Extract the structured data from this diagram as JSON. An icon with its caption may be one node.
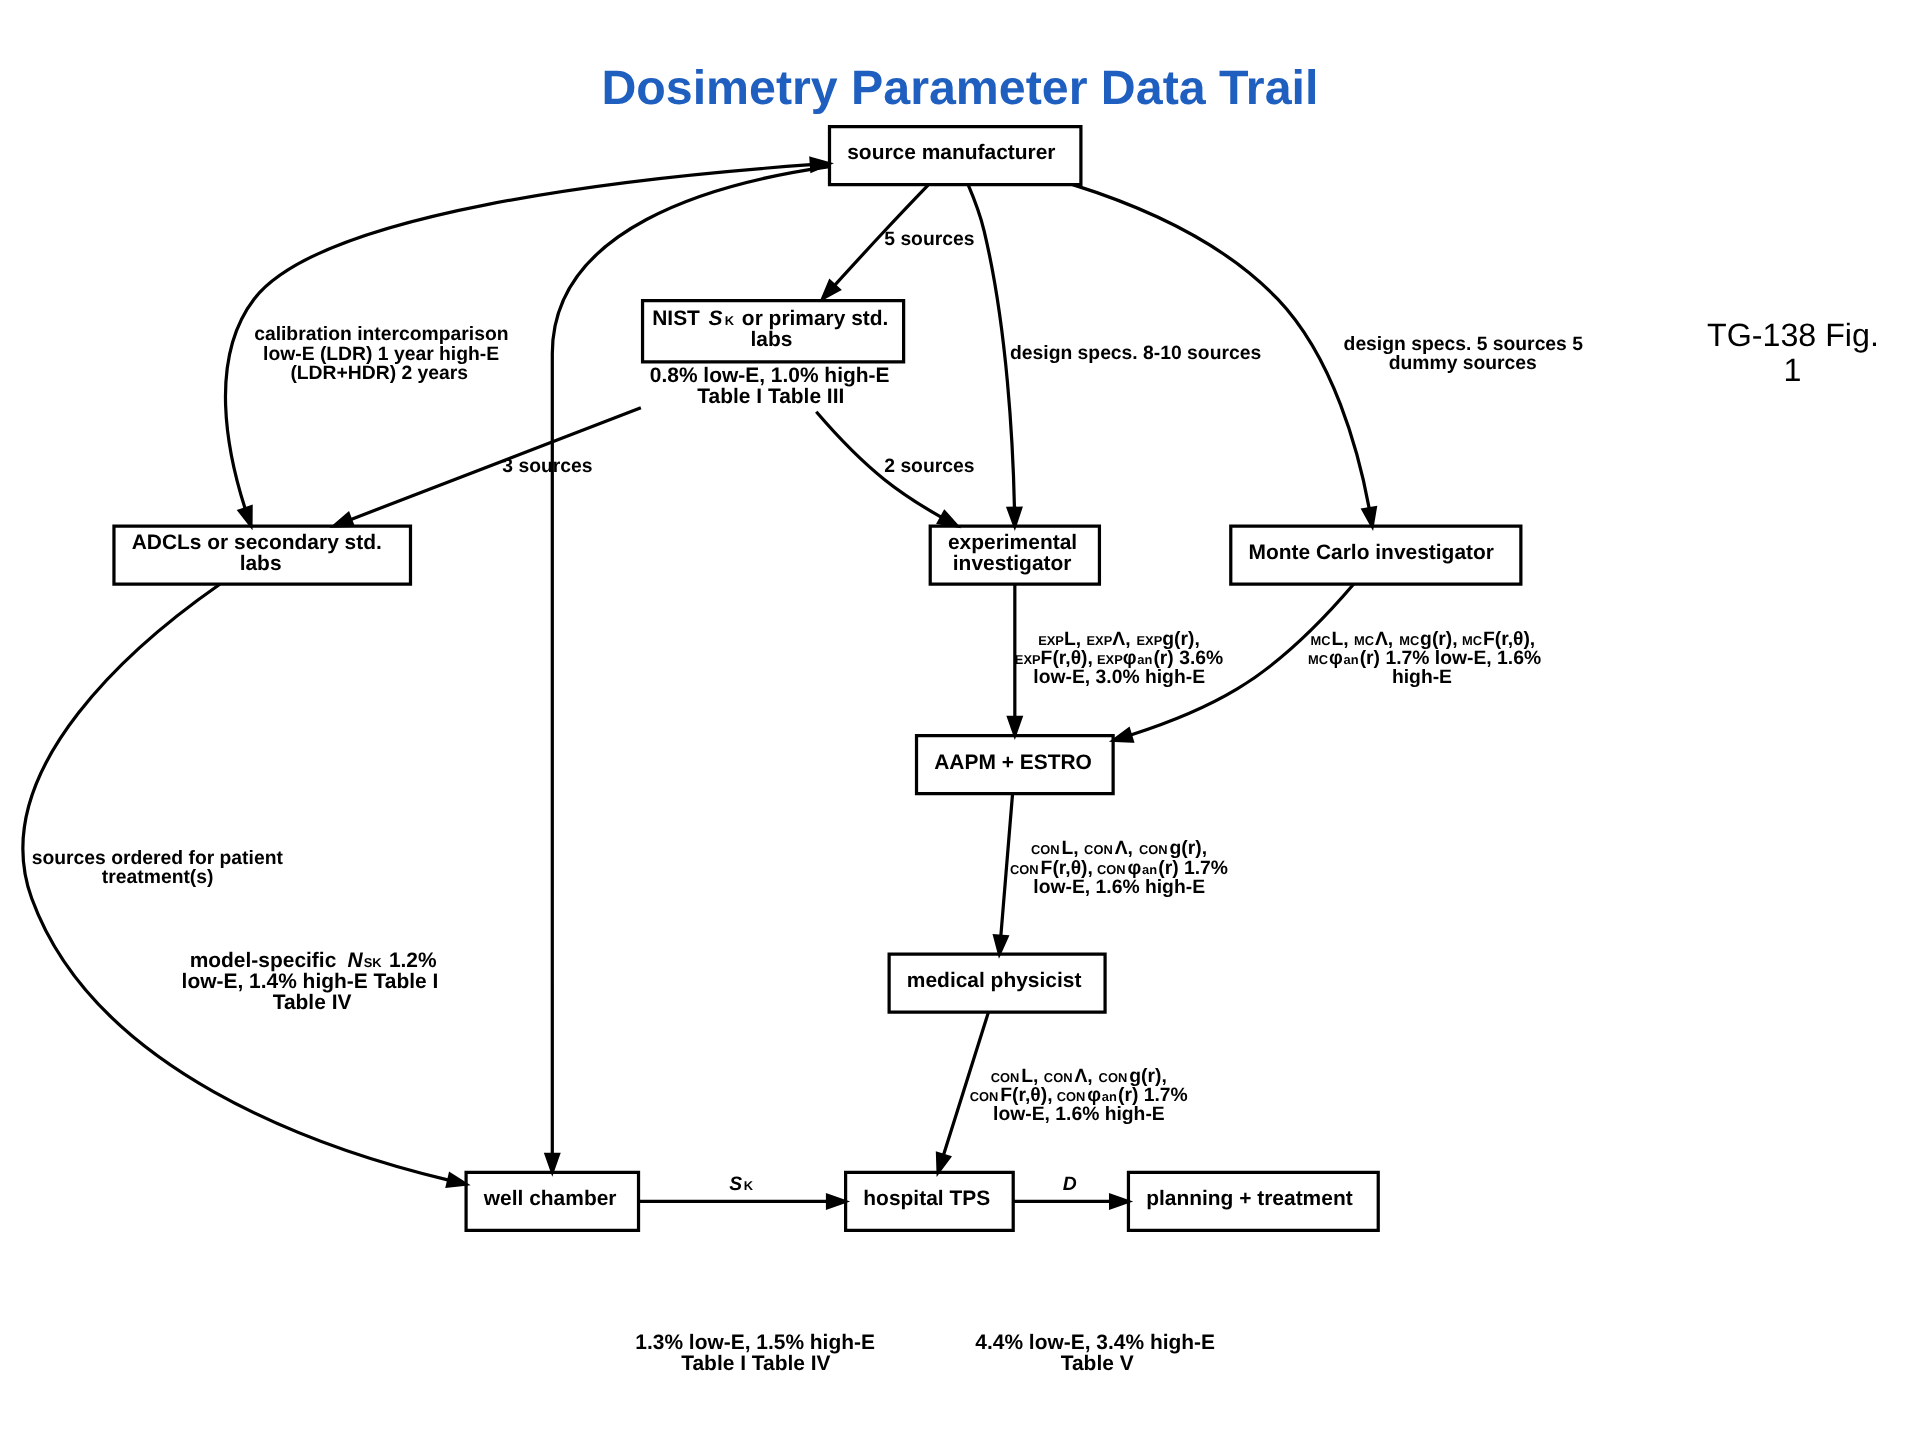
{
  "diagram": {
    "title": "Dosimetry Parameter Data Trail",
    "nodes": [
      {
        "text": [
          "source manufacturer"
        ]
      },
      {
        "text": [
          "NIST *S*$_{K}$ or primary std. labs"
        ],
        "beside": [
          "0.8% low-E, 1.0% high-E Table I Table III"
        ]
      },
      {
        "text": [
          "ADCLs or secondary std. labs"
        ]
      },
      {
        "text": [
          "experimental investigator"
        ]
      },
      {
        "text": [
          "Monte Carlo investigator"
        ]
      },
      {
        "text": [
          "AAPM + ESTRO"
        ]
      },
      {
        "text": [
          "medical physicist"
        ]
      },
      {
        "text": [
          "well chamber"
        ]
      },
      {
        "text": [
          "hospital TPS"
        ]
      },
      {
        "text": [
          "planning + treatment"
        ]
      }
    ],
    "edges": [
      {
        "from": 0,
        "to": 1,
        "arrow": "to",
        "label": "5 sources"
      },
      {
        "from": 2,
        "to": 0,
        "arrow": "both",
        "label": "calibration intercomparison low-E (LDR) 1 year high-E (LDR+HDR) 2 years"
      },
      {
        "from": 1,
        "to": 2,
        "arrow": "to",
        "label": "3 sources"
      },
      {
        "from": 1,
        "to": 3,
        "arrow": "to",
        "label": "2 sources"
      },
      {
        "from": 0,
        "to": 3,
        "arrow": "to",
        "label": "design specs. 8-10 sources"
      },
      {
        "from": 0,
        "to": 4,
        "arrow": "to",
        "label": "design specs. 5 sources 5 dummy sources"
      },
      {
        "from": 3,
        "to": 5,
        "arrow": "to",
        "label": "$_{EXP}$L, $_{EXP}$Λ, $_{EXP}$g(r), $_{EXP}$F(r,θ), $_{EXP}$φ$_{an}$(r) 3.6% low-E, 3.0% high-E"
      },
      {
        "from": 4,
        "to": 5,
        "arrow": "to",
        "label": "$_{MC}$L, $_{MC}$Λ, $_{MC}$g(r), $_{MC}$F(r,θ), $_{MC}$φ$_{an}$(r) 1.7% low-E, 1.6% high-E"
      },
      {
        "from": 5,
        "to": 6,
        "arrow": "to",
        "label": "$_{CON}$L, $_{CON}$Λ, $_{CON}$g(r), $_{CON}$F(r,θ), $_{CON}$φ$_{an}$(r) 1.7% low-E, 1.6% high-E"
      },
      {
        "from": 6,
        "to": 8,
        "arrow": "to",
        "label": "$_{CON}$L, $_{CON}$Λ, $_{CON}$g(r), $_{CON}$F(r,θ), $_{CON}$φ$_{an}$(r) 1.7% low-E, 1.6% high-E"
      },
      {
        "from": 2,
        "to": 7,
        "arrow": "to",
        "label": "sources ordered for patient treatment(s)"
      },
      {
        "from": 0,
        "to": 7,
        "arrow": "to"
      },
      {
        "from": 7,
        "to": 8,
        "arrow": "to",
        "label": "*S*$_{K}$"
      },
      {
        "from": 8,
        "to": 9,
        "arrow": "to",
        "label": "*D*"
      }
    ],
    "labels": [
      "TG-138 Fig. 1",
      "model-specific *N*$_{SK}$ 1.2% low-E, 1.4% high-E Table I Table IV",
      "1.3% low-E, 1.5% high-E Table I Table IV",
      "4.4% low-E, 3.4% high-E Table V"
    ]
  }
}
